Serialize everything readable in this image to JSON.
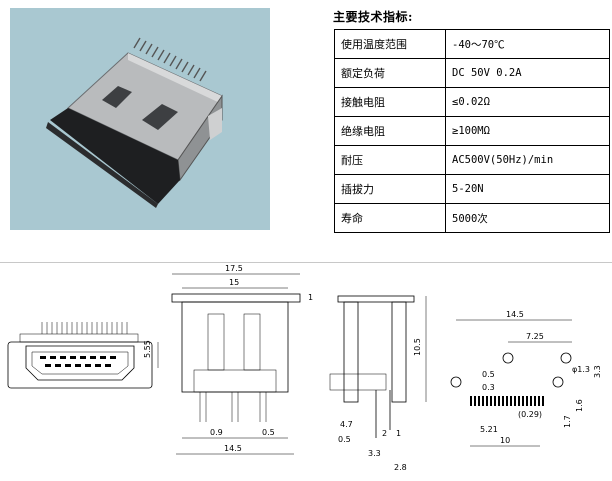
{
  "spec": {
    "title": "主要技术指标:",
    "rows": [
      {
        "label": "使用温度范围",
        "value": "-40～70℃"
      },
      {
        "label": "额定负荷",
        "value": "DC 50V 0.2A"
      },
      {
        "label": "接触电阻",
        "value": "≤0.02Ω"
      },
      {
        "label": "绝缘电阻",
        "value": "≥100MΩ"
      },
      {
        "label": "耐压",
        "value": "AC500V(50Hz)/min"
      },
      {
        "label": "插拔力",
        "value": "5-20N"
      },
      {
        "label": "寿命",
        "value": "5000次"
      }
    ]
  },
  "dims": {
    "front_h": "5.55",
    "top_total": "17.5",
    "top_inner": "15",
    "top_right": "1",
    "pitch_a": "0.9",
    "pitch_b": "0.5",
    "bottom_w": "14.5",
    "side_h": "10.5",
    "side_a": "4.7",
    "side_b": "0.5",
    "side_c": "2",
    "side_d": "1",
    "side_e": "3.3",
    "side_f": "2.8",
    "pcb_w": "14.5",
    "pcb_a": "7.25",
    "pcb_dia": "φ1.3",
    "pcb_b": "0.5",
    "pcb_c": "0.3",
    "pcb_d": "3.3",
    "pcb_e": "1.6",
    "pcb_f": "1.7",
    "pcb_g": "(0.29)",
    "pcb_h": "5.21",
    "pcb_i": "10"
  }
}
